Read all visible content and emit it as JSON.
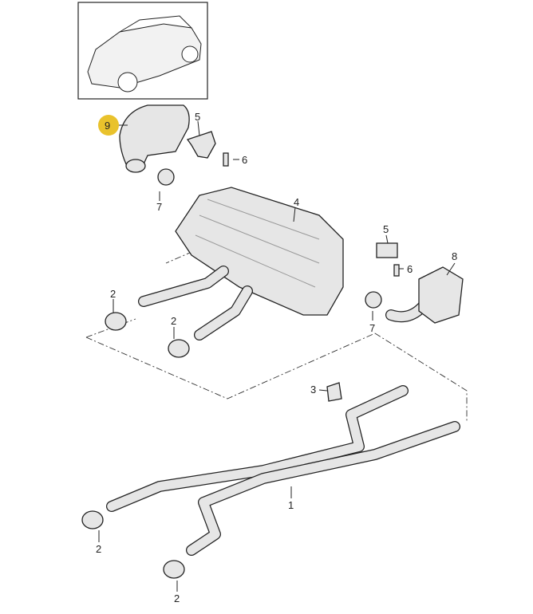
{
  "diagram": {
    "title": "Exhaust system parts diagram",
    "highlight_color": "#e9c22c",
    "callouts": {
      "c9": "9",
      "c5a": "5",
      "c6a": "6",
      "c7a": "7",
      "c4": "4",
      "c5b": "5",
      "c6b": "6",
      "c8": "8",
      "c7b": "7",
      "c2a": "2",
      "c2b": "2",
      "c3": "3",
      "c1": "1",
      "c2c": "2",
      "c2d": "2"
    }
  }
}
